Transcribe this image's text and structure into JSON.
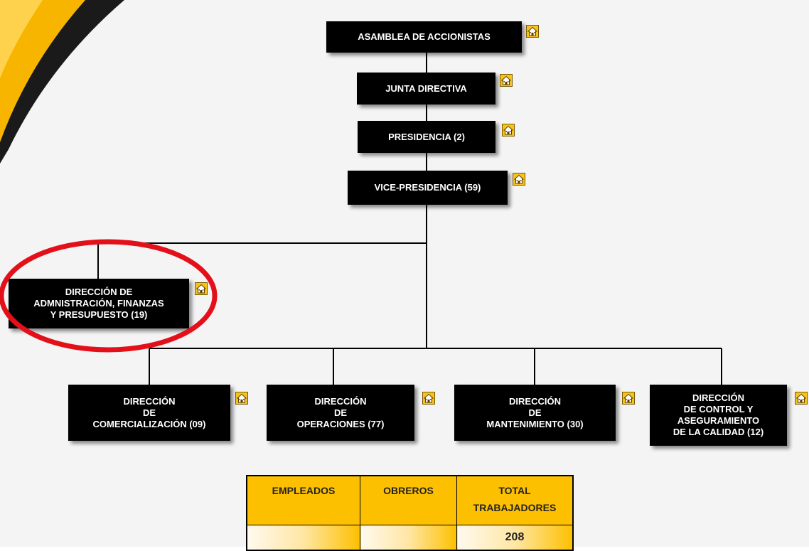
{
  "org_chart": {
    "asamblea": "ASAMBLEA DE ACCIONISTAS",
    "junta": "JUNTA DIRECTIVA",
    "presidencia": "PRESIDENCIA (2)",
    "vicepresidencia": "VICE-PRESIDENCIA (59)",
    "dir_admin": "DIRECCIÓN DE\nADMNISTRACIÓN, FINANZAS\nY PRESUPUESTO (19)",
    "dir_comercializacion": "DIRECCIÓN\nDE\nCOMERCIALIZACIÓN (09)",
    "dir_operaciones": "DIRECCIÓN\nDE\nOPERACIONES (77)",
    "dir_mantenimiento": "DIRECCIÓN\nDE\nMANTENIMIENTO (30)",
    "dir_calidad": "DIRECCIÓN\nDE CONTROL Y\nASEGURAMIENTO\nDE LA CALIDAD (12)"
  },
  "icons": {
    "home": "home-icon"
  },
  "summary": {
    "headers": [
      "EMPLEADOS",
      "OBREROS",
      "TOTAL\nTRABAJADORES"
    ],
    "values": [
      "",
      "",
      "208"
    ]
  },
  "colors": {
    "box": "#000000",
    "highlight_ellipse": "#e3101a",
    "table_header": "#fdc000",
    "home_icon": "#f6c21b",
    "decor_yellow": "#f7b500",
    "decor_black": "#1a1a1a"
  }
}
